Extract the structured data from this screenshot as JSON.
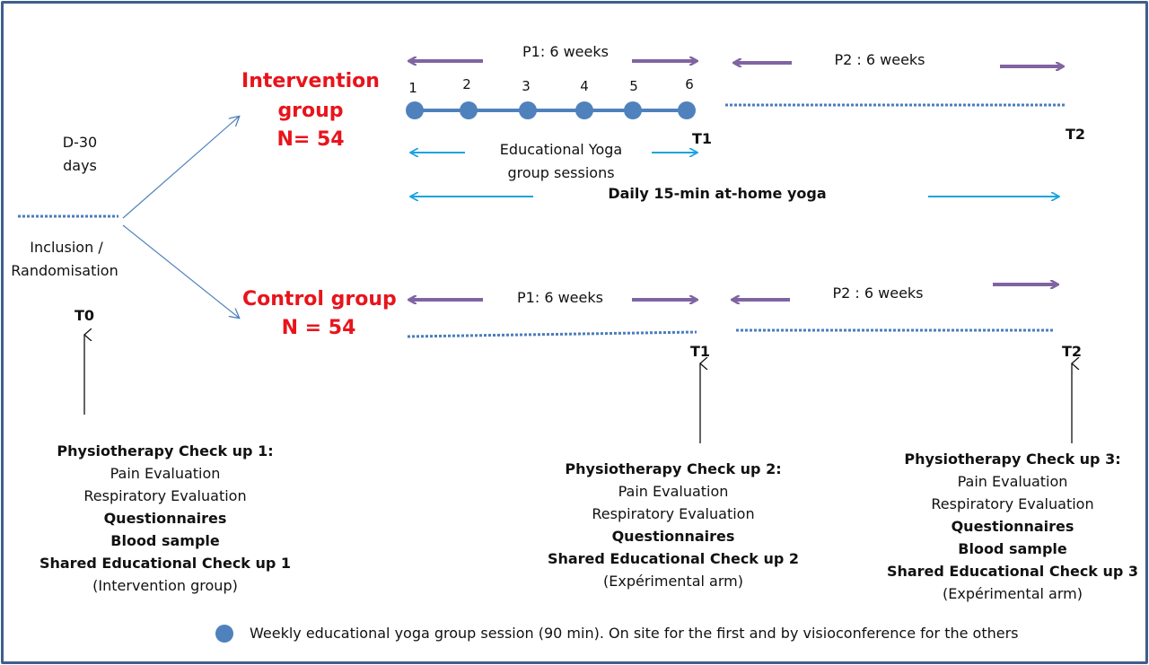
{
  "colors": {
    "purple": "#8064a2",
    "cyan": "#1aa3e0",
    "blue_dots": "#4f81bd",
    "dotted": "#4a7ebb",
    "red": "#e8141c",
    "border": "#3f5f8c"
  },
  "left": {
    "d30": "D-30",
    "days": "days",
    "inclusion": "Inclusion /",
    "randomisation": "Randomisation",
    "t0": "T0"
  },
  "intervention": {
    "line1": "Intervention",
    "line2": "group",
    "n": "N= 54",
    "p1": "P1: 6 weeks",
    "p2": "P2 : 6 weeks",
    "session_numbers": [
      "1",
      "2",
      "3",
      "4",
      "5",
      "6"
    ],
    "t1": "T1",
    "t2": "T2",
    "edu_line1": "Educational Yoga",
    "edu_line2": "group sessions",
    "daily": "Daily 15-min at-home yoga"
  },
  "control": {
    "label": "Control group",
    "n": "N = 54",
    "p1": "P1: 6 weeks",
    "p2": "P2 : 6 weeks",
    "t1": "T1",
    "t2": "T2"
  },
  "checkup1": {
    "title": "Physiotherapy Check up 1:",
    "pain": "Pain Evaluation",
    "resp": "Respiratory Evaluation",
    "quest": "Questionnaires",
    "blood": "Blood sample",
    "shared": "Shared Educational  Check up 1",
    "arm": "(Intervention group)"
  },
  "checkup2": {
    "title": "Physiotherapy Check up 2:",
    "pain": "Pain Evaluation",
    "resp": "Respiratory Evaluation",
    "quest": "Questionnaires",
    "shared": "Shared Educational  Check up 2",
    "arm": "(Expérimental arm)"
  },
  "checkup3": {
    "title": "Physiotherapy Check up 3:",
    "pain": "Pain Evaluation",
    "resp": "Respiratory Evaluation",
    "quest": "Questionnaires",
    "blood": "Blood sample",
    "shared": "Shared Educational  Check up 3",
    "arm": "(Expérimental arm)"
  },
  "legend": {
    "text": "Weekly educational yoga group session (90 min). On site for the first and by visioconference for the others",
    "marker": "blue-circle"
  }
}
